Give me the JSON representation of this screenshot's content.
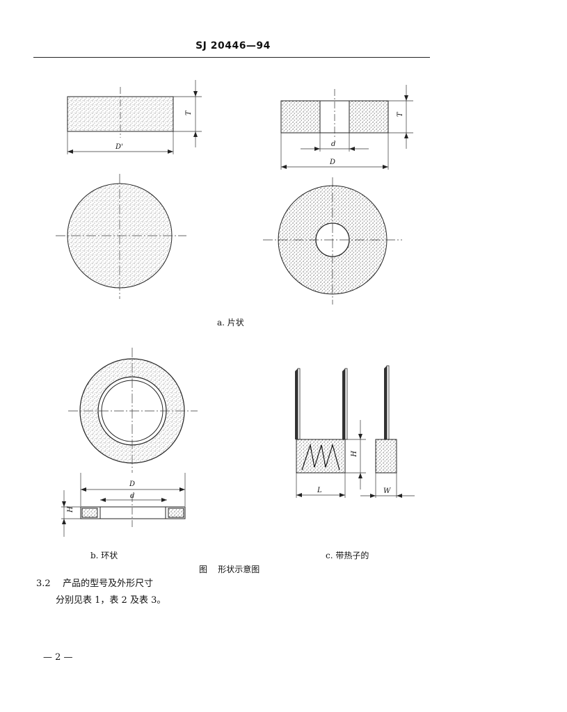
{
  "header": {
    "doc_number": "SJ 20446—94"
  },
  "figure": {
    "labels": {
      "T": "T",
      "D_prime": "D'",
      "d": "d",
      "D": "D",
      "H": "H",
      "L": "L",
      "W": "W"
    },
    "captions": {
      "a": "a. 片状",
      "b": "b. 环状",
      "c": "c. 带热子的",
      "title": "图    形状示意图"
    }
  },
  "body": {
    "section_number": "3.2",
    "section_title": "产品的型号及外形尺寸",
    "line2": "分别见表 1，表 2 及表 3。"
  },
  "footer": {
    "page": "— 2 —"
  }
}
